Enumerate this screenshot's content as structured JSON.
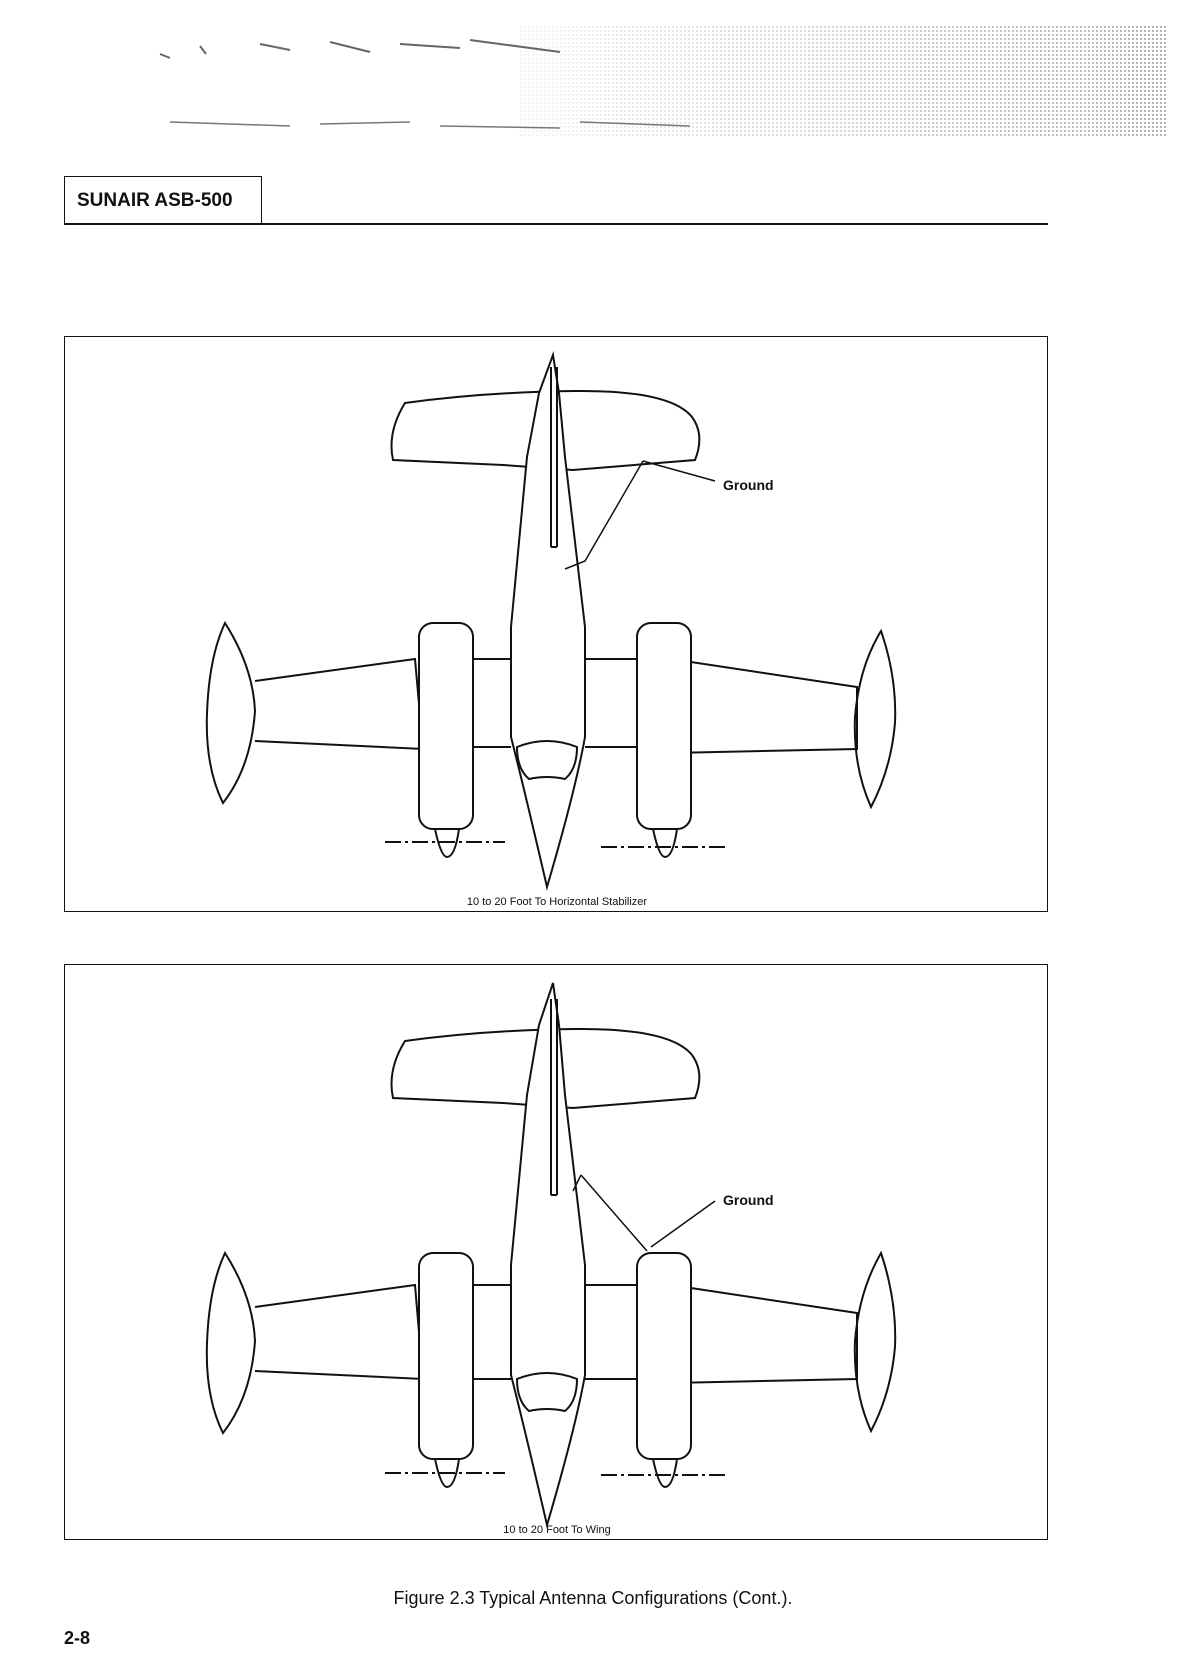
{
  "header": {
    "title": "SUNAIR ASB-500"
  },
  "figures": [
    {
      "caption": "10 to 20 Foot To Horizontal Stabilizer",
      "ground_label": "Ground"
    },
    {
      "caption": "10 to 20 Foot To Wing",
      "ground_label": "Ground"
    }
  ],
  "figure_caption": "Figure 2.3 Typical Antenna Configurations (Cont.).",
  "page_number": "2-8"
}
